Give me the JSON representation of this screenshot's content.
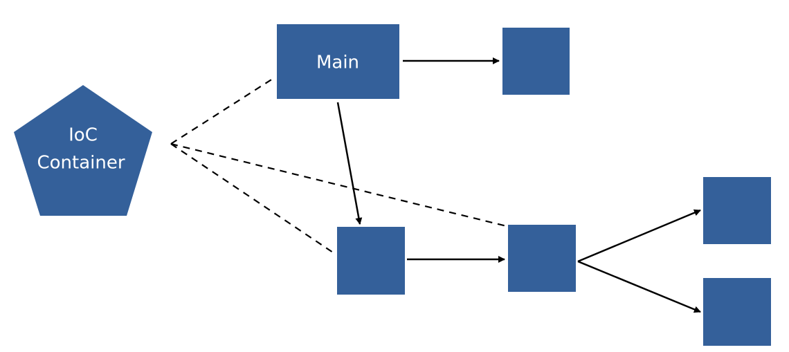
{
  "diagram": {
    "colors": {
      "node_fill": "#34609a",
      "edge": "#000000",
      "background": "#ffffff"
    },
    "nodes": {
      "ioc_container": {
        "shape": "pentagon",
        "label_line1": "IoC",
        "label_line2": "Container"
      },
      "main": {
        "shape": "rectangle",
        "label": "Main"
      },
      "top_right": {
        "shape": "square"
      },
      "middle_left": {
        "shape": "square"
      },
      "middle_right": {
        "shape": "square"
      },
      "far_right_top": {
        "shape": "square"
      },
      "far_right_bottom": {
        "shape": "square"
      }
    },
    "edges": [
      {
        "from": "main",
        "to": "top_right",
        "style": "solid-arrow"
      },
      {
        "from": "main",
        "to": "middle_left",
        "style": "solid-arrow"
      },
      {
        "from": "middle_left",
        "to": "middle_right",
        "style": "solid-arrow"
      },
      {
        "from": "middle_right",
        "to": "far_right_top",
        "style": "solid-arrow"
      },
      {
        "from": "middle_right",
        "to": "far_right_bottom",
        "style": "solid-arrow"
      },
      {
        "from": "ioc_container",
        "to": "main",
        "style": "dashed"
      },
      {
        "from": "ioc_container",
        "to": "middle_left",
        "style": "dashed"
      },
      {
        "from": "ioc_container",
        "to": "middle_right",
        "style": "dashed"
      }
    ]
  }
}
